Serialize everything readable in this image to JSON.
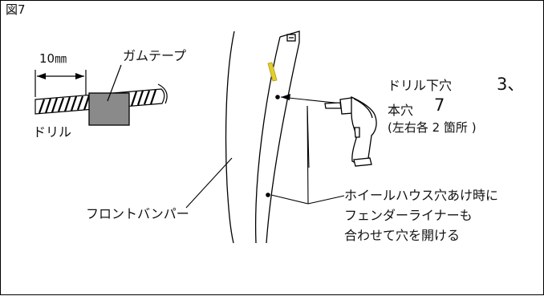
{
  "figure": {
    "number": "図7"
  },
  "drill_detail": {
    "dimension": "10㎜",
    "tape_label": "ガムテープ",
    "drill_label": "ドリル"
  },
  "bumper_label": "フロントバンパー",
  "hole_spec": {
    "pilot_label": "ドリル下穴",
    "pilot_value": "3、",
    "main_label": "本穴",
    "main_value": "7",
    "note": "(左右各 2 箇所 )"
  },
  "instruction": {
    "line1": "ホイールハウス穴あけ時に",
    "line2": "フェンダーライナーも",
    "line3": "合わせて穴を開ける"
  },
  "colors": {
    "line": "#000000",
    "tape_fill": "#8a8a8a",
    "drill_body": "#ffffff",
    "marker": "#e3cf2c"
  }
}
